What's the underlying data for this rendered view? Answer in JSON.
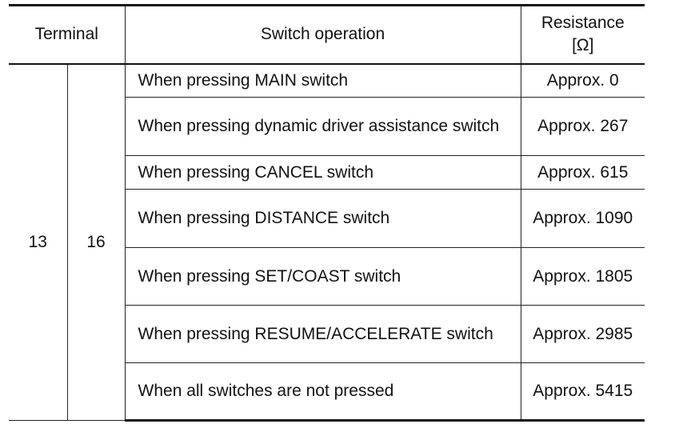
{
  "header": {
    "terminal": "Terminal",
    "switch_operation": "Switch operation",
    "resistance": "Resistance",
    "resistance_unit": "[Ω]"
  },
  "terminals": {
    "a": "13",
    "b": "16"
  },
  "rows": [
    {
      "operation": "When pressing MAIN switch",
      "resistance": "Approx. 0"
    },
    {
      "operation": "When pressing dynamic driver assistance switch",
      "resistance": "Approx. 267"
    },
    {
      "operation": "When pressing CANCEL switch",
      "resistance": "Approx. 615"
    },
    {
      "operation": "When pressing DISTANCE switch",
      "resistance": "Approx. 1090"
    },
    {
      "operation": "When pressing SET/COAST switch",
      "resistance": "Approx. 1805"
    },
    {
      "operation": "When pressing RESUME/ACCELERATE switch",
      "resistance": "Approx. 2985"
    },
    {
      "operation": "When all switches are not pressed",
      "resistance": "Approx. 5415"
    }
  ]
}
